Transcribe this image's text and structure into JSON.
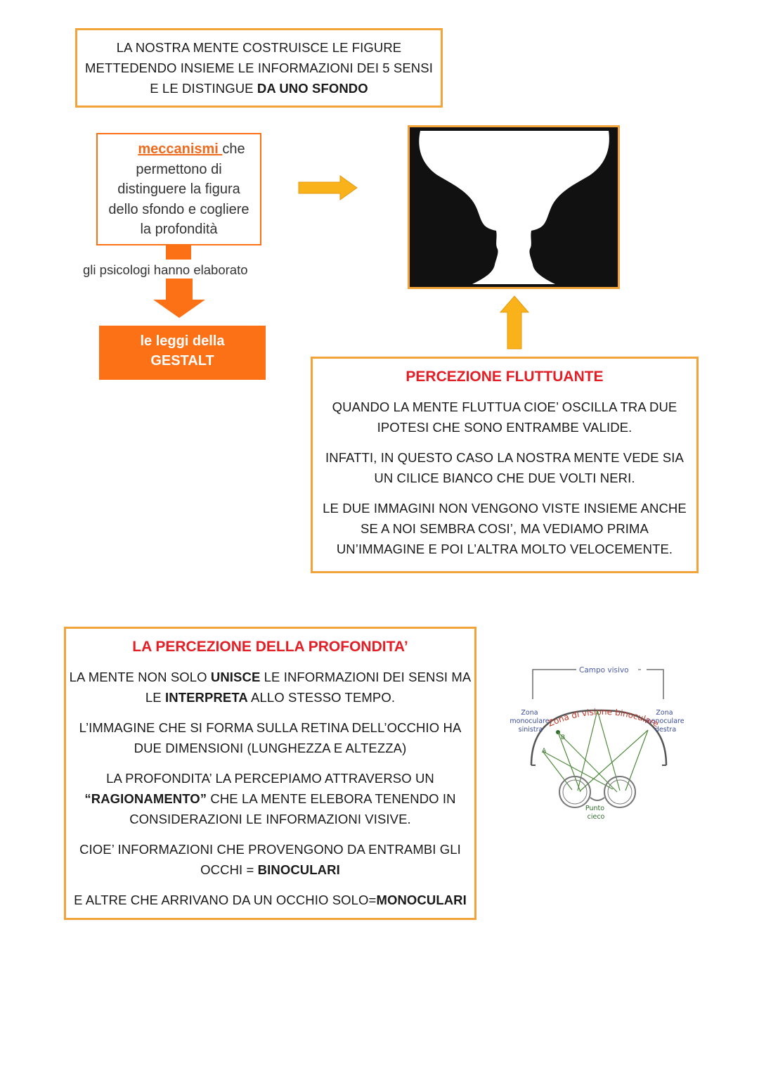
{
  "intro": {
    "line1": "LA NOSTRA MENTE COSTRUISCE LE FIGURE",
    "line2": "METTEDENDO INSIEME LE INFORMAZIONI DEI 5 SENSI",
    "line3_pre": "E LE DISTINGUE ",
    "line3_bold": "DA UNO SFONDO"
  },
  "mechanisms": {
    "link_word": "meccanismi ",
    "line1_rest": "che",
    "line2": "permettono di",
    "line3": "distinguere la figura",
    "line4": "dello sfondo e cogliere",
    "line5": "la profondità",
    "connector_text": "gli psicologi hanno elaborato",
    "gestalt_line1": "le leggi della",
    "gestalt_line2": "GESTALT"
  },
  "fluttuante": {
    "title": "PERCEZIONE FLUTTUANTE",
    "p1_l1": "QUANDO LA MENTE FLUTTUA CIOE’ OSCILLA TRA DUE",
    "p1_l2": "IPOTESI CHE SONO ENTRAMBE VALIDE.",
    "p2_l1": "INFATTI, IN QUESTO CASO LA NOSTRA MENTE VEDE SIA",
    "p2_l2": "UN CILICE BIANCO CHE DUE VOLTI NERI.",
    "p3_l1": "LE DUE IMMAGINI NON VENGONO VISTE INSIEME ANCHE",
    "p3_l2": "SE A NOI SEMBRA COSI’, MA VEDIAMO PRIMA",
    "p3_l3": "UN’IMMAGINE E POI L’ALTRA MOLTO VELOCEMENTE."
  },
  "profondita": {
    "title": "LA PERCEZIONE DELLA PROFONDITA’",
    "p1_l1_a": "LA MENTE NON SOLO ",
    "p1_l1_b": "UNISCE",
    "p1_l1_c": " LE INFORMAZIONI DEI SENSI MA",
    "p1_l2_a": "LE ",
    "p1_l2_b": "INTERPRETA",
    "p1_l2_c": " ALLO STESSO TEMPO.",
    "p2_l1": "L’IMMAGINE CHE SI FORMA SULLA RETINA DELL’OCCHIO HA",
    "p2_l2": "DUE DIMENSIONI (LUNGHEZZA E ALTEZZA)",
    "p3_l1": "LA PROFONDITA’ LA PERCEPIAMO ATTRAVERSO UN",
    "p3_l2_b": "“RAGIONAMENTO”",
    "p3_l2_c": " CHE LA MENTE ELEBORA TENENDO IN",
    "p3_l3": "CONSIDERAZIONI LE INFORMAZIONI VISIVE.",
    "p4_l1": "CIOE’ INFORMAZIONI CHE PROVENGONO DA ENTRAMBI GLI",
    "p4_l2_a": "OCCHI = ",
    "p4_l2_b": "BINOCULARI",
    "p5_a": "E ALTRE CHE ARRIVANO DA UN OCCHIO SOLO=",
    "p5_b": "MONOCULARI"
  },
  "diagram": {
    "campo": "Campo visivo",
    "zona_sx_1": "Zona",
    "zona_sx_2": "monoculare",
    "zona_sx_3": "sinistra",
    "zona_dx_1": "Zona",
    "zona_dx_2": "monoculare",
    "zona_dx_3": "destra",
    "binoculare": "Zona di visione binoculare",
    "punto_1": "Punto",
    "punto_2": "cieco",
    "label_a": "A",
    "label_b": "B"
  },
  "colors": {
    "box_border": "#f2a33a",
    "accent_orange": "#fc7115",
    "arrow_yellow": "#f9b21a",
    "title_red": "#e41e25",
    "diagram_green": "#4f8a3c"
  }
}
